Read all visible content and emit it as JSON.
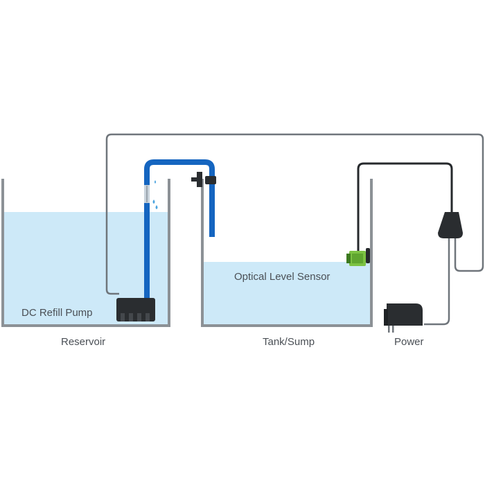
{
  "labels": {
    "pump": "DC Refill Pump",
    "sensor": "Optical Level Sensor",
    "reservoir": "Reservoir",
    "tank": "Tank/Sump",
    "power": "Power"
  },
  "colors": {
    "water": "#cde9f8",
    "container_wall": "#8c9196",
    "hose": "#1565c0",
    "cable_gray": "#6f757b",
    "cable_black": "#26292c",
    "device_dark": "#2a2d30",
    "sensor_green": "#7cc242",
    "droplet": "#4aa3df",
    "label_text": "#4a4f55"
  },
  "icons": {
    "pump": "pump-icon",
    "sensor": "optical-sensor-icon",
    "controller": "controller-box-icon",
    "power_adapter": "power-adapter-icon",
    "hose_clip": "hose-clip-icon",
    "droplets": "water-droplet-icon"
  }
}
